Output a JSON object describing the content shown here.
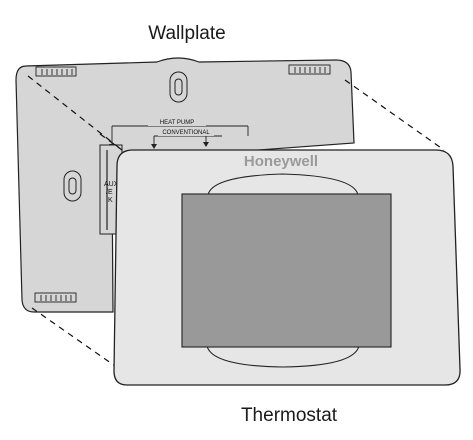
{
  "labels": {
    "wallplate": "Wallplate",
    "thermostat": "Thermostat",
    "brand": "Honeywell",
    "heat_pump": "HEAT PUMP",
    "conventional": "CONVENTIONAL",
    "terminal_aux": "AUX",
    "terminal_e": "/E",
    "terminal_k": "K"
  },
  "colors": {
    "wallplate_fill": "#d6d6d6",
    "thermostat_fill": "#e6e6e6",
    "screen_fill": "#999999",
    "outline": "#222222"
  }
}
